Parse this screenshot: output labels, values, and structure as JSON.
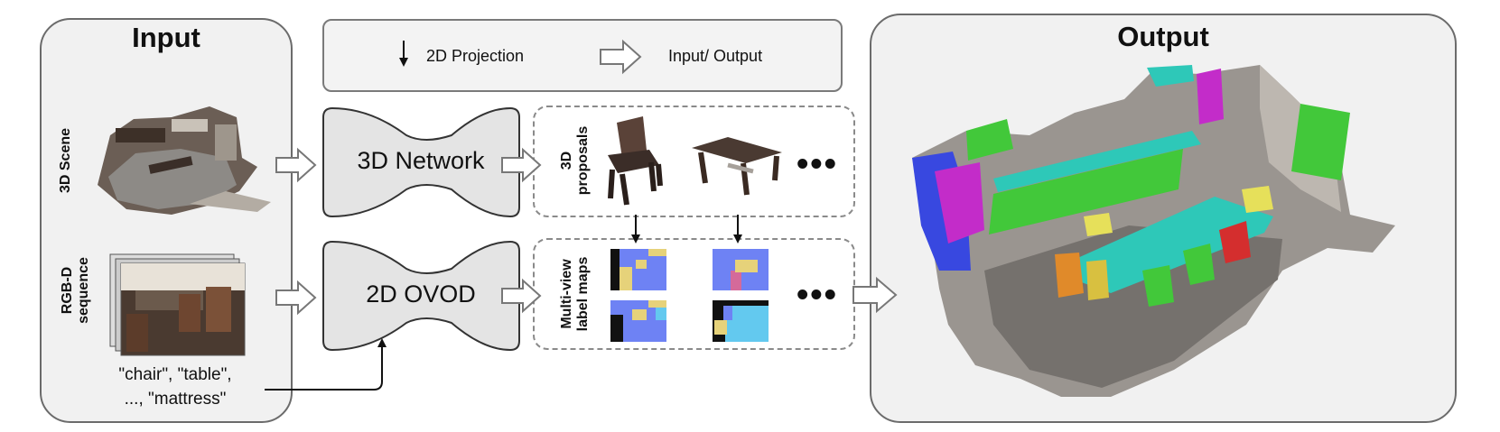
{
  "input_panel": {
    "title": "Input",
    "scene_label": "3D Scene",
    "rgbd_label_line1": "RGB-D",
    "rgbd_label_line2": "sequence",
    "classes_line1": "\"chair\", \"table\",",
    "classes_line2": "..., \"mattress\""
  },
  "legend": {
    "projection_label": "2D Projection",
    "io_label": "Input/ Output"
  },
  "network_3d": {
    "label": "3D Network"
  },
  "network_2d": {
    "label": "2D OVOD"
  },
  "proposals": {
    "label_line1": "3D",
    "label_line2": "proposals",
    "ellipsis": "•••"
  },
  "label_maps": {
    "label_line1": "Multi-view",
    "label_line2": "label maps",
    "ellipsis": "•••"
  },
  "output_panel": {
    "title": "Output"
  },
  "colors": {
    "panel_fill": "#f1f1f1",
    "network_fill": "#e4e4e4",
    "map_blue": "#6e82f4",
    "map_yellow": "#e6d27a",
    "map_cyan": "#63c9ef",
    "map_pink": "#d46a9a",
    "seg_teal": "#2ec8b8",
    "seg_magenta": "#c32cc9",
    "seg_green": "#42c83a",
    "seg_blue": "#3848e0"
  }
}
